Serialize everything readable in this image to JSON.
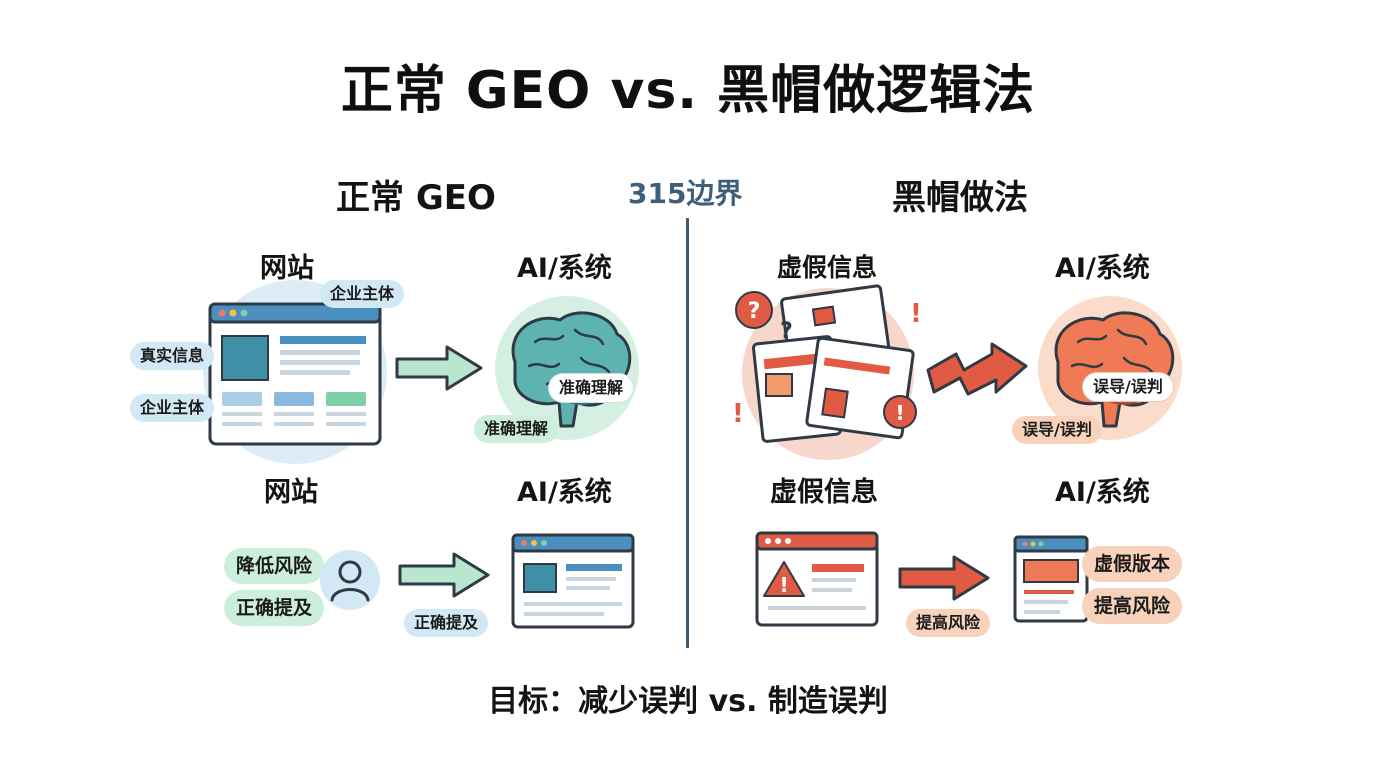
{
  "title": "正常 GEO vs. 黑帽做逻辑法",
  "left_column": {
    "title": "正常 GEO",
    "top": {
      "source_label": "网站",
      "target_label": "AI/系统",
      "pill_site_top": "企业主体",
      "pill_site_left1": "真实信息",
      "pill_site_left2": "企业主体",
      "pill_brain_inner": "准确理解",
      "pill_brain_bottom": "准确理解"
    },
    "bottom": {
      "source_label": "网站",
      "target_label": "AI/系统",
      "pill_risk": "降低风险",
      "pill_mention": "正确提及",
      "pill_arrow": "正确提及"
    }
  },
  "center": {
    "title": "315边界"
  },
  "right_column": {
    "title": "黑帽做法",
    "top": {
      "source_label": "虚假信息",
      "target_label": "AI/系统",
      "pill_brain_inner": "误导/误判",
      "pill_brain_bottom": "误导/误判"
    },
    "bottom": {
      "source_label": "虚假信息",
      "target_label": "AI/系统",
      "pill_arrow": "提高风险",
      "pill_fake_version": "虚假版本",
      "pill_raise_risk": "提高风险"
    }
  },
  "footer": "目标：减少误判 vs. 制造误判",
  "colors": {
    "accent_blue": "#4a8fbe",
    "accent_green": "#7fcfa8",
    "accent_red": "#e05a44",
    "divider": "#3f5e78"
  }
}
